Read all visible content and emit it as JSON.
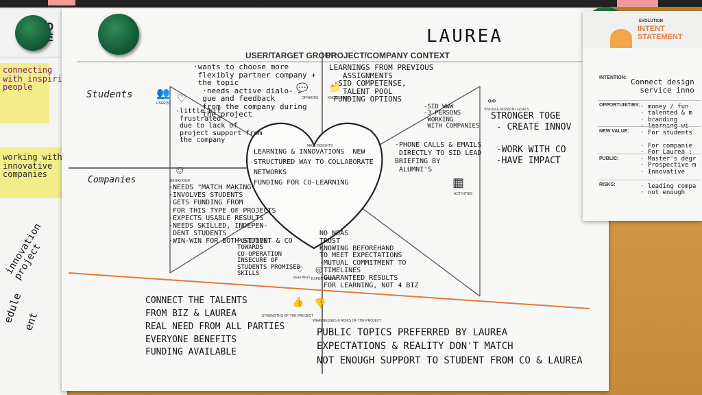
{
  "board": {
    "title": "LAUREA",
    "header_left": "USER/TARGET GROUP",
    "header_right": "PROJECT/COMPANY CONTEXT",
    "row_students": "Students",
    "row_companies": "Companies",
    "icon_users": "USER(S)",
    "icon_behaviour": "BEHAVIOUR",
    "icon_opinions": "OPINIONS",
    "icon_knowledge": "KNOWLEDGE",
    "icon_vision": "VISION & MISSION / GOALS",
    "icon_activities": "ACTIVITIES",
    "icon_feelings": "FEELINGS",
    "icon_expectations": "EXPECTATIONS",
    "icon_strengths": "STRENGTHS OF THE PROJECT",
    "icon_weaknesses": "WEAKNESSES & RISKS OF THE PROJECT",
    "heart_label": "MAIN INSIGHTS"
  },
  "notes": {
    "opinions": "·wants to choose more\n flexibly partner company +\n the topic\n  ·needs active dialo-\n  gue and feedback\n  from the company during\n  the project",
    "users": "·little bit\n frustrated\n due to lack of\n project support from\n the company",
    "behaviour": "·NEEDS \"MATCH MAKING\"\n·INVOLVES STUDENTS\n·GETS FUNDING FROM\n FOR THIS TYPE OF PROJECTS\n·EXPECTS USABLE RESULTS\n·NEEDS SKILLED, INDEPEN-\n DENT STUDENTS\n·WIN-WIN FOR BOTH STUDENT & CO",
    "knowledge": "LEARNINGS FROM PREVIOUS\n   ASSIGNMENTS\n ·SID COMPETENSE,\n   TALENT POOL\n FUNDING OPTIONS",
    "vision": "-SID WWW\n-3 PERSONS\n WORKING\n WITH COMPANIES",
    "activities": "·PHONE CALLS & EMAILS\n DIRECTLY TO SID LEAD\nBRIEFING BY\n ALUMNI'S",
    "heart": "LEARNING & INNOVATIONS  NEW\nSTRUCTURED WAY TO COLLABORATE\nNETWORKS\nFUNDING FOR CO-LEARNING",
    "feelings": "POSITIVE\nTOWARDS\nCO-OPERATION\nINSECURE OF\nSTUDENTS PROMISED\nSKILLS",
    "expectations": "NO NDAS\nTRUST\nKNOWING BEFOREHAND\nTO MEET EXPECTATIONS\n·MUTUAL COMMITMENT TO\n TIMELINES\n·GUARANTEED RESULTS\n FOR LEARNING, NOT 4 BIZ",
    "strengths": "CONNECT THE TALENTS\nFROM BIZ & LAUREA\nREAL NEED FROM ALL PARTIES\nEVERYONE BENEFITS\nFUNDING AVAILABLE",
    "weaknesses": "PUBLIC TOPICS PREFERRED BY LAUREA\nEXPECTATIONS & REALITY DON'T MATCH\nNOT ENOUGH SUPPORT TO STUDENT FROM CO & LAUREA",
    "right_goals": "STRONGER TOGE\n - CREATE INNOV\n\n -WORK WITH CO\n -HAVE IMPACT"
  },
  "left_notes": {
    "sticky1": "connecting\nwith inspiring\npeople",
    "sticky2": "working with\ninnovative\ncompanies",
    "poster": "ND\nKE",
    "margin1": "innovation\nproject",
    "margin2": "edule\n\nent"
  },
  "intent": {
    "brand": "EVOLUTION",
    "title": "INTENT\nSTATEMENT",
    "intention_label": "INTENTION:",
    "intention_value": "Connect design\n  service inno",
    "opportunities_label": "OPPORTUNITIES:",
    "opportunities_value": "· money / fun\n· talented & m\n· branding\n· learning wi",
    "new_value_label": "NEW VALUE:",
    "new_value_value": "· For students\n\n· For companie\n· For Laurea :",
    "public_label": "PUBLIC:",
    "public_value": "· Master's degr\n· Prospective m\n· Innovative",
    "risks_label": "RISKS:",
    "risks_value": "· leading compa\n· not enough"
  },
  "colors": {
    "accent": "#e07a3c",
    "pin": "#1e7a46",
    "sticky": "#f6ef8c",
    "sticky_pink": "#f19a9a"
  }
}
